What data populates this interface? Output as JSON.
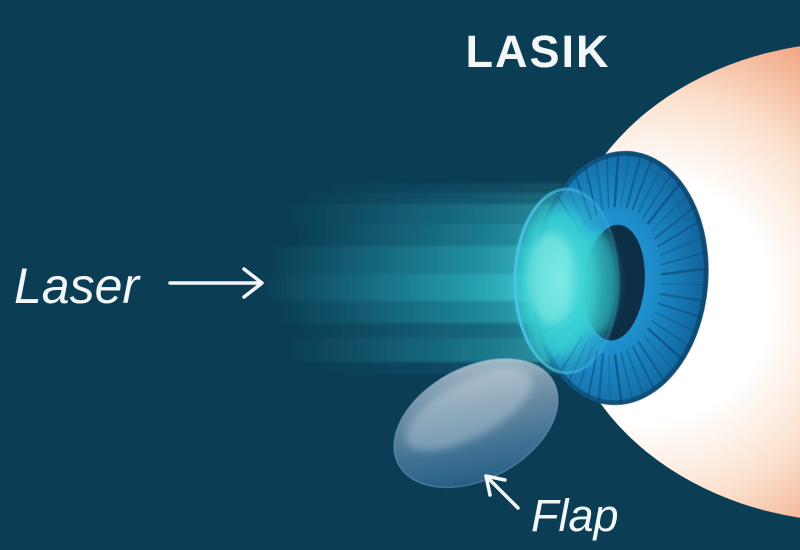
{
  "title": "LASIK",
  "labels": {
    "laser": "Laser",
    "flap": "Flap"
  },
  "colors": {
    "background": "#0B3D55",
    "beam_cyan": "#2FC8D6",
    "beam_bright": "#52E2E6",
    "sclera_white": "#FFFFFF",
    "sclera_blush": "#F2A987",
    "iris_blue": "#1E8FCC",
    "iris_dark": "#0B4A72",
    "iris_striation": "#0A4E7D",
    "pupil": "#0D2F46",
    "cornea_teal": "#2FD9D4",
    "cornea_highlight": "#9AF0E2",
    "cornea_rim": "#4CC3EA",
    "flap_light": "#C9D4DE",
    "flap_blue": "#3E76A6",
    "label_text": "#F4F7F8"
  }
}
